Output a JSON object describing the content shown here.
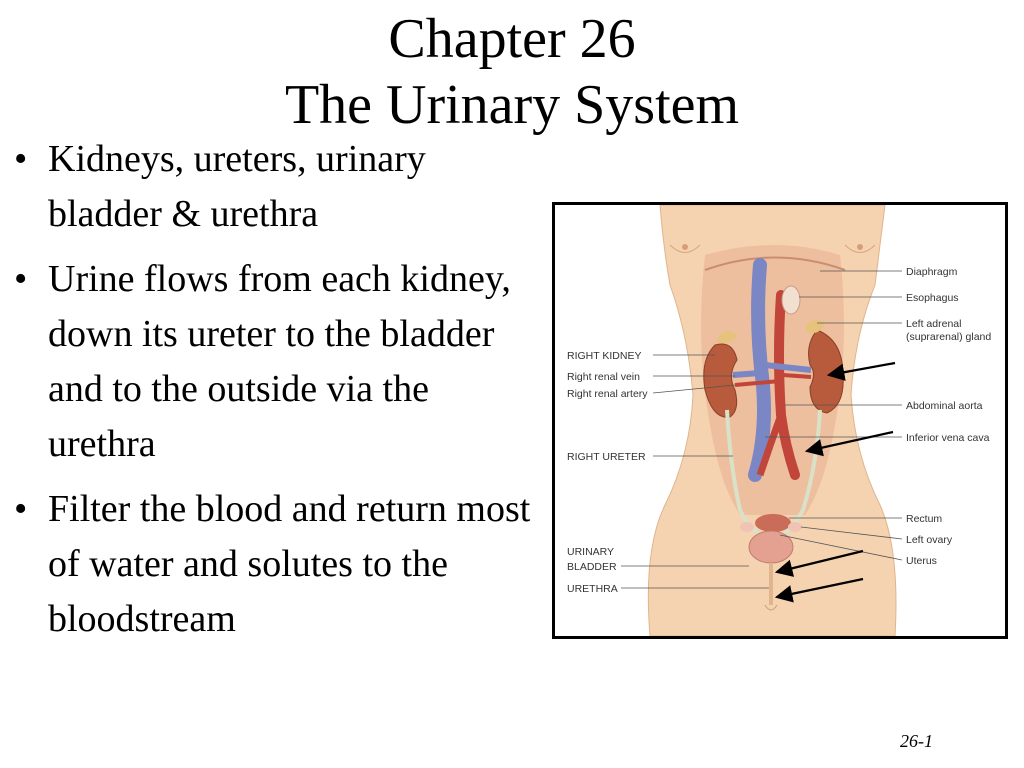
{
  "title": {
    "line1": "Chapter 26",
    "line2": "The Urinary System"
  },
  "bullets": [
    {
      "symbol": "•",
      "text": "Kidneys, ureters, urinary bladder & urethra"
    },
    {
      "symbol": "•",
      "text": "Urine flows from each kidney, down its ureter to the bladder and to the outside via the urethra"
    },
    {
      "symbol": "•",
      "text": "Filter the blood and return most of water and solutes to the bloodstream"
    }
  ],
  "figure": {
    "labels_left": {
      "right_kidney": "RIGHT KIDNEY",
      "right_renal_vein": "Right renal vein",
      "right_renal_artery": "Right renal artery",
      "right_ureter": "RIGHT URETER",
      "urinary_bladder_1": "URINARY",
      "urinary_bladder_2": "BLADDER",
      "urethra": "URETHRA"
    },
    "labels_right": {
      "diaphragm": "Diaphragm",
      "esophagus": "Esophagus",
      "left_adrenal_1": "Left adrenal",
      "left_adrenal_2": "(suprarenal) gland",
      "abdominal_aorta": "Abdominal aorta",
      "inferior_vena_cava": "Inferior vena cava",
      "rectum": "Rectum",
      "left_ovary": "Left ovary",
      "uterus": "Uterus"
    },
    "colors": {
      "skin": "#f6d3b0",
      "kidney": "#b85a3c",
      "vein": "#7b86c4",
      "artery": "#c2453a",
      "bladder": "#e4a090"
    }
  },
  "slide_number": "26-1"
}
